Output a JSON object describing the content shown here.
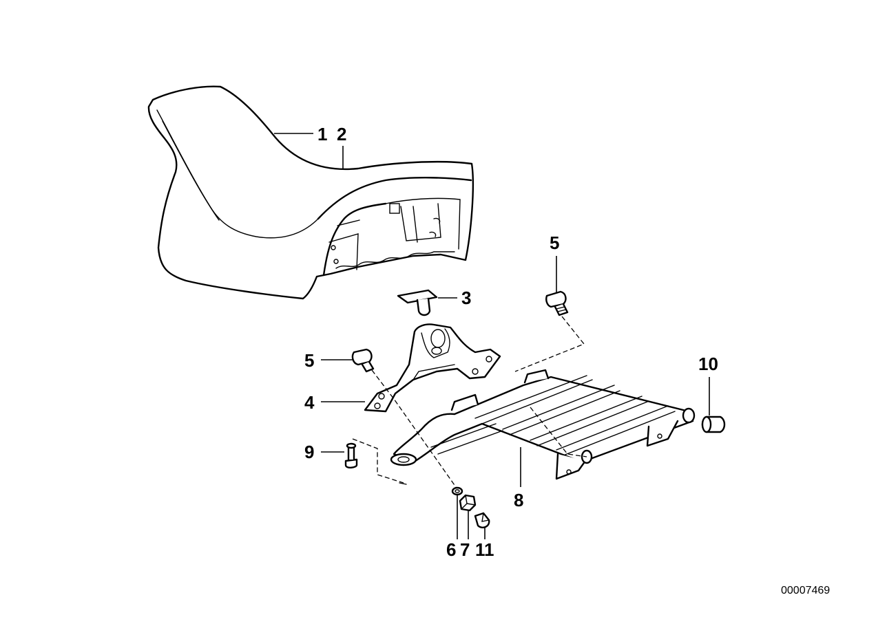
{
  "diagram": {
    "callouts": {
      "c1": "1",
      "c2": "2",
      "c3": "3",
      "c4": "4",
      "c5a": "5",
      "c5b": "5",
      "c6": "6",
      "c7": "7",
      "c8": "8",
      "c9": "9",
      "c10": "10",
      "c11": "11"
    },
    "document_number": "00007469"
  }
}
